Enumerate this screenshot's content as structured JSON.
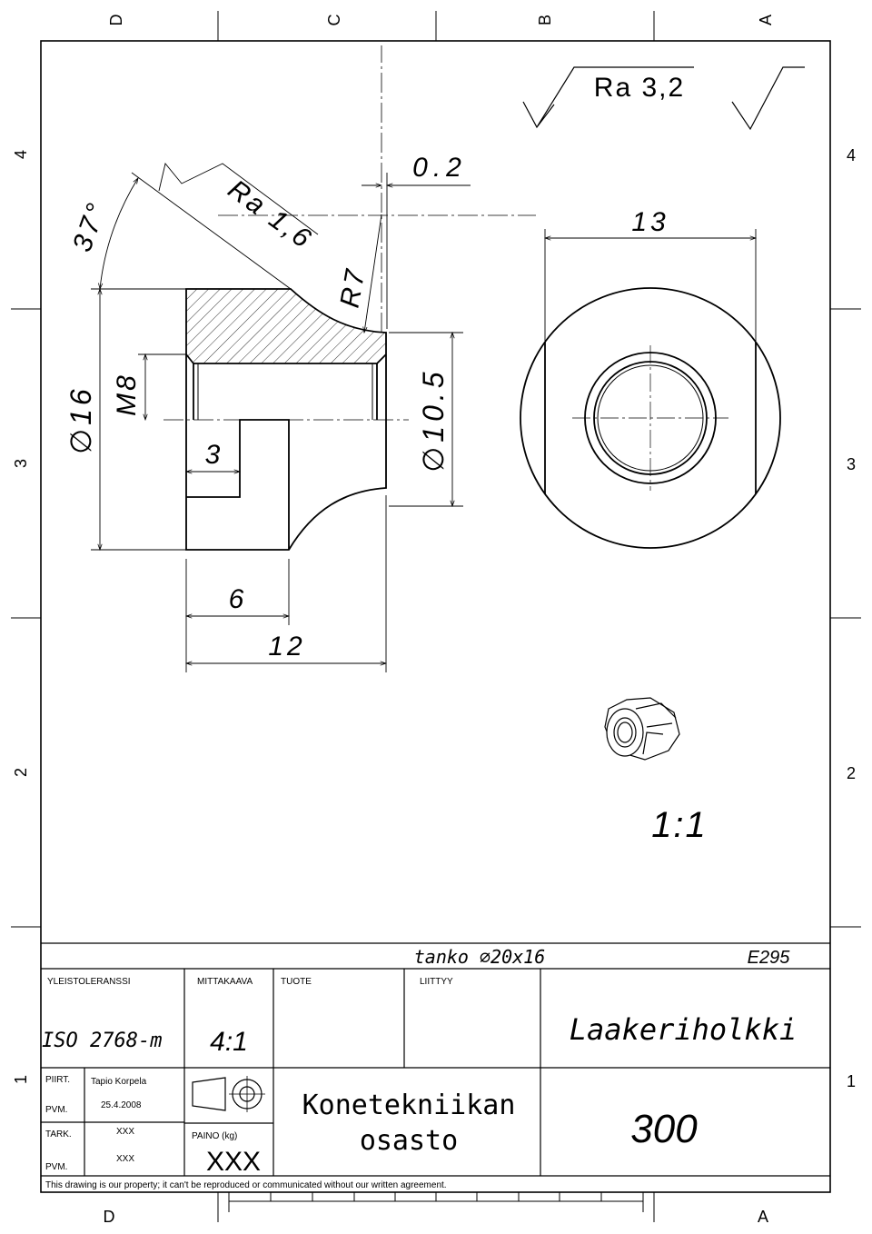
{
  "frame": {
    "columns": [
      "D",
      "C",
      "B",
      "A"
    ],
    "rows": [
      "4",
      "3",
      "2",
      "1"
    ],
    "bottom_columns": [
      "D",
      "A"
    ]
  },
  "dimensions": {
    "angle": "37°",
    "ra_angled": "Ra 1,6",
    "flatness": "0.2",
    "radius": "R7",
    "dia_outer": "∅16",
    "thread": "M8",
    "depth": "3",
    "dia_neck": "∅10.5",
    "len_short": "6",
    "len_total": "12",
    "width_flats": "13"
  },
  "surface_finish": {
    "general": "Ra 3,2"
  },
  "view_scale": "1:1",
  "title_block": {
    "material_header": "tanko ∅20x16",
    "material_grade": "E295",
    "tolerance_label": "YLEISTOLERANSSI",
    "scale_label": "MITTAKAAVA",
    "product_label": "TUOTE",
    "attachment_label": "LIITTYY",
    "tolerance_value": "ISO 2768-m",
    "scale_value": "4:1",
    "part_name": "Laakeriholkki",
    "drawn_label": "PIIRT.",
    "drawn_by": "Tapio Korpela",
    "date_label_1": "PVM.",
    "date_1": "25.4.2008",
    "checked_label": "TARK.",
    "checked_by": "XXX",
    "date_label_2": "PVM.",
    "date_2": "XXX",
    "weight_label": "PAINO (kg)",
    "weight_value": "XXX",
    "department_line1": "Konetekniikan",
    "department_line2": "osasto",
    "drawing_number": "300",
    "notice": "This drawing is our property; it can't be reproduced or communicated without our written agreement."
  }
}
